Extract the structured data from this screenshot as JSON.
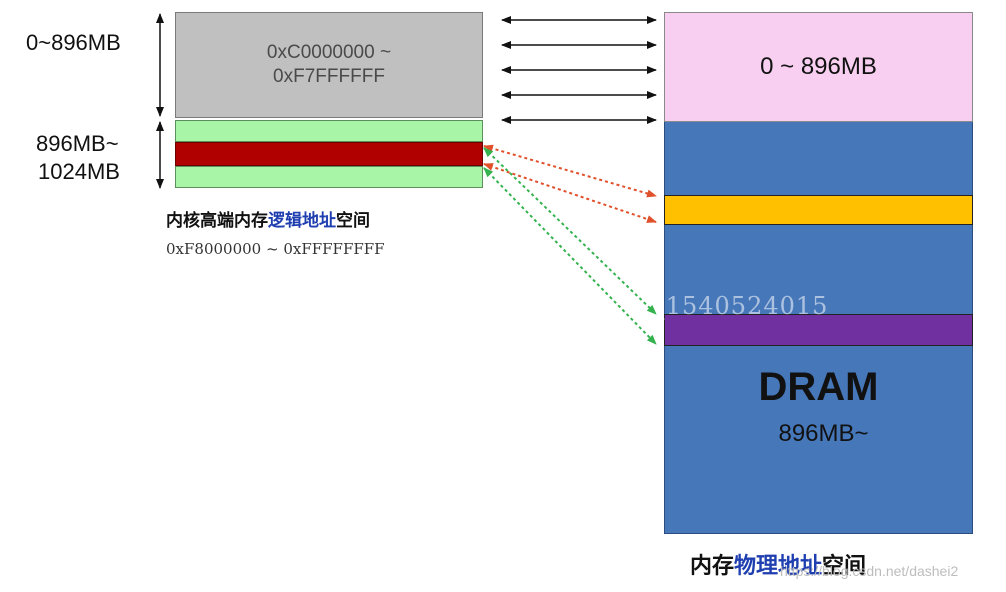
{
  "left_axis": {
    "label_low": "0~896MB",
    "label_high_1": "896MB~",
    "label_high_2": "1024MB"
  },
  "kernel_block": {
    "line1": "0xC0000000 ~",
    "line2": "0xF7FFFFFF"
  },
  "high_mem_caption": {
    "part1": "内核高端内存",
    "part2": "逻辑地址",
    "part3": "空间",
    "range": "0xF8000000 ~ 0xFFFFFFFF"
  },
  "physical": {
    "low_label": "0 ~ 896MB",
    "dram_title": "DRAM",
    "dram_sub": "896MB~",
    "caption_part1": "内存",
    "caption_part2": "物理地址",
    "caption_part3": "空间"
  },
  "watermarks": {
    "center": "qq_1540524015",
    "footer": "https://blog.csdn.net/dashei2"
  },
  "colors": {
    "kernel_gray": "#c0c0c0",
    "high_green": "#a8f5a8",
    "high_red": "#b00000",
    "pink": "#f8cff0",
    "dram_blue": "#4677b9",
    "strip_yellow": "#ffc000",
    "strip_purple": "#7030a0",
    "arrow_red": "#e0502a",
    "arrow_green": "#33b24d"
  }
}
